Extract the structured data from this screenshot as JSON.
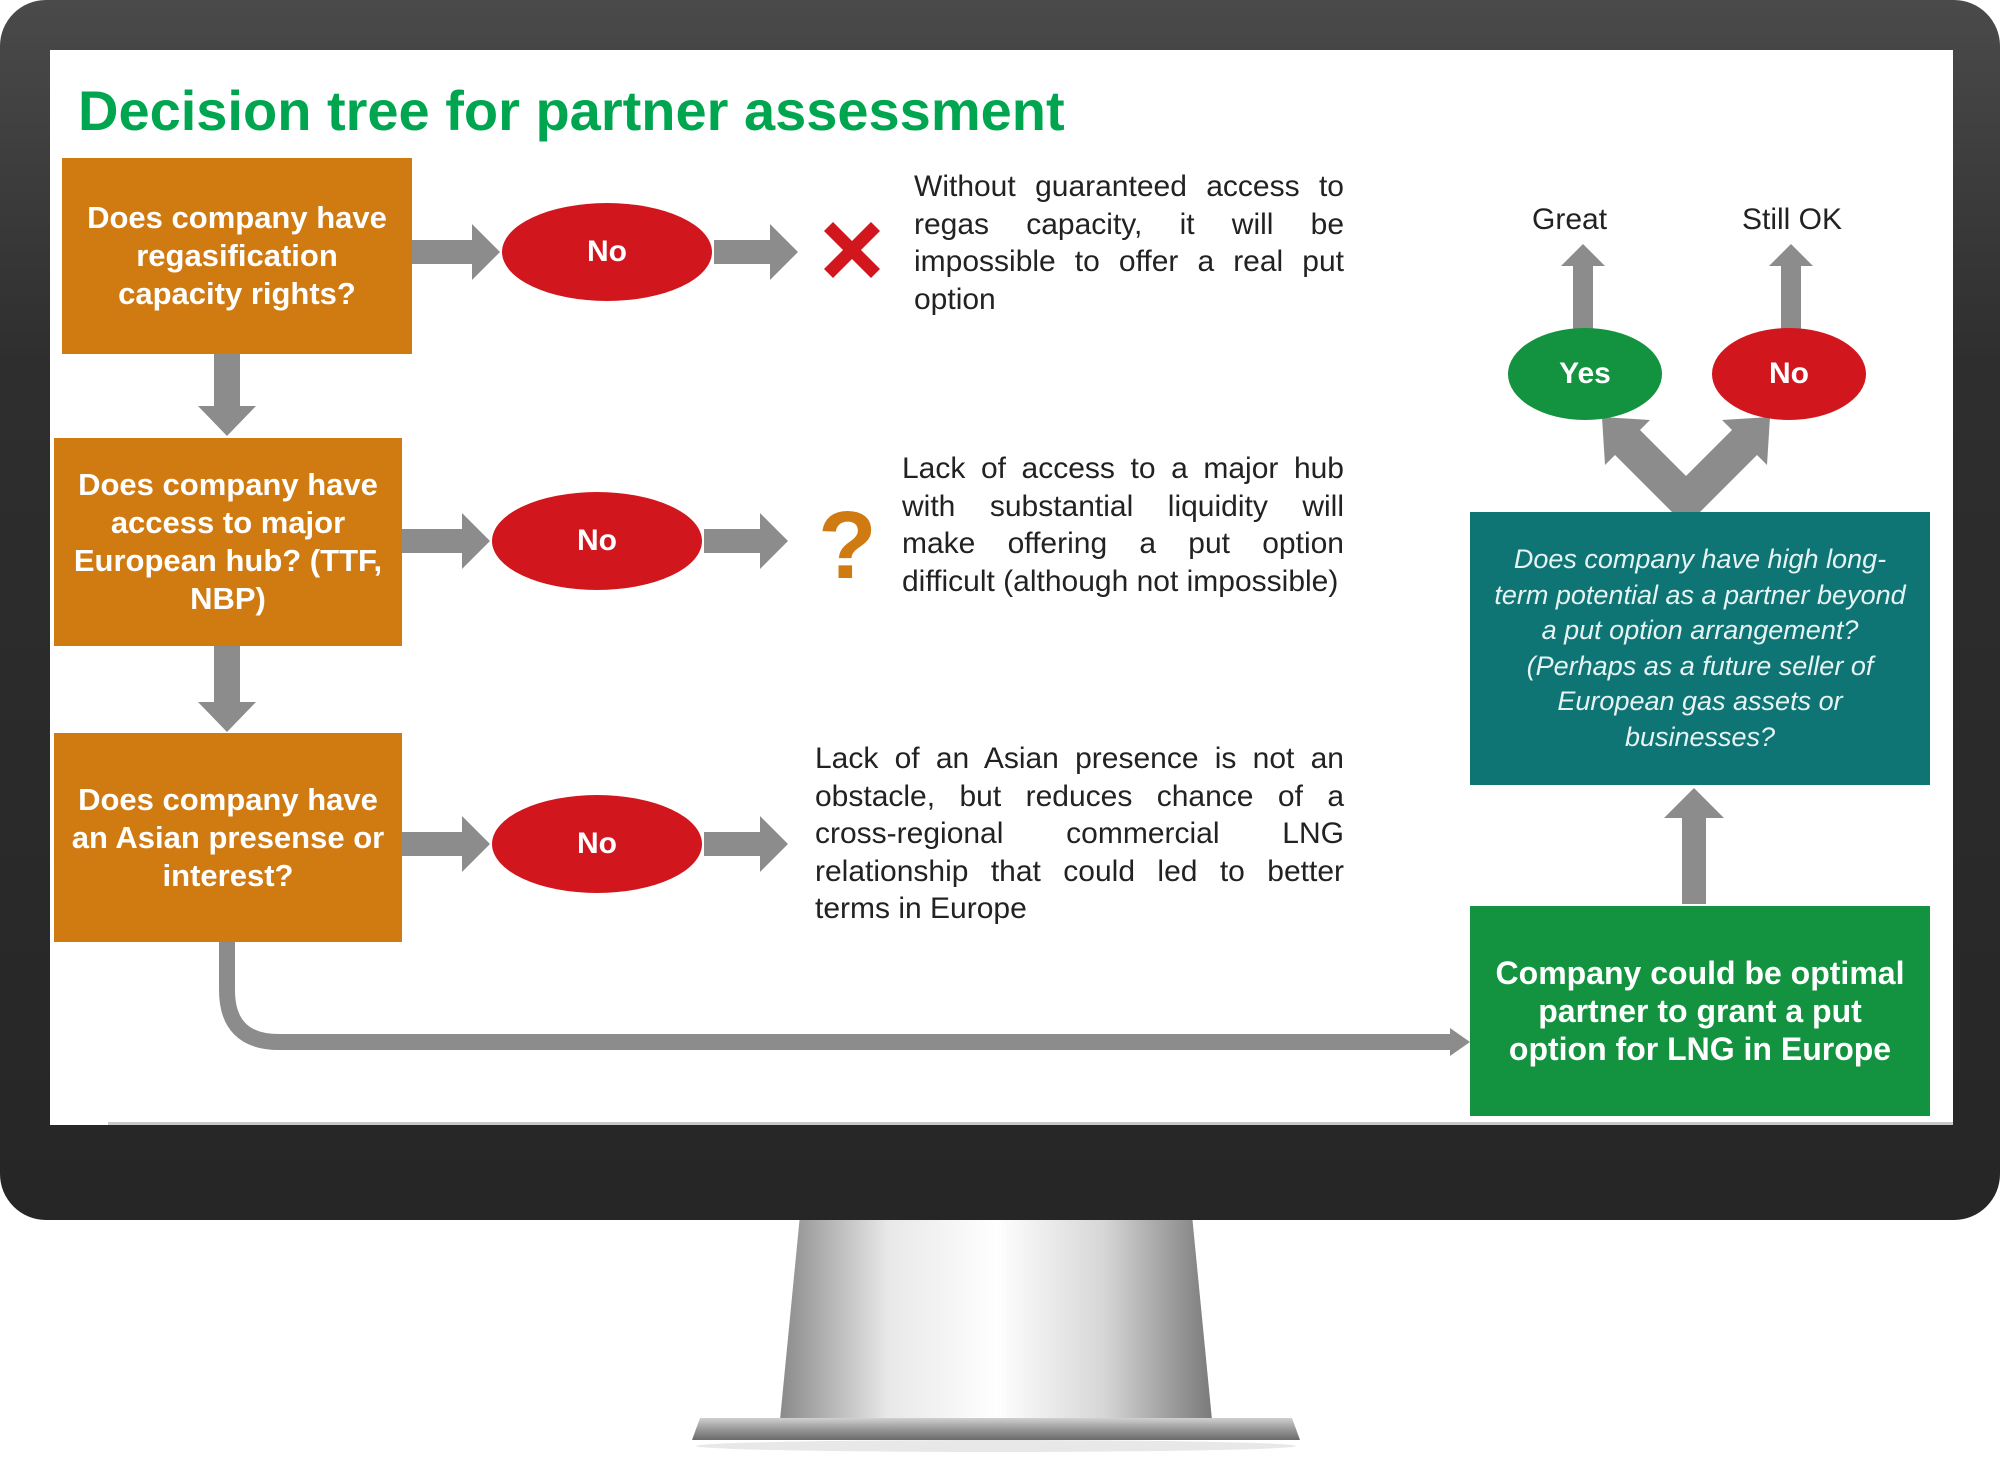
{
  "title": "Decision tree for partner assessment",
  "questions": [
    {
      "text": "Does company have regasification capacity rights?",
      "answer": "No",
      "outcome_icon": "cross",
      "note": "Without guaranteed access to regas capacity, it will be impossible to offer a real put option"
    },
    {
      "text": "Does company have access to major European hub? (TTF, NBP)",
      "answer": "No",
      "outcome_icon": "question",
      "outcome_glyph": "?",
      "note": "Lack of access to a major hub with substantial liquidity will make offering a put option difficult (although not impossible)"
    },
    {
      "text": "Does company have an Asian presense or interest?",
      "answer": "No",
      "outcome_icon": "arrow",
      "note": "Lack of an Asian presence is not an obstacle, but reduces chance of a cross-regional commercial LNG relationship that could led to better terms in Europe"
    }
  ],
  "optimal_box": "Company could be optimal partner to grant a put option for LNG in Europe",
  "long_term_question": "Does company have high long-term potential as a partner beyond a put option arrangement? (Perhaps as a future seller of European  gas assets or businesses?",
  "branches": [
    {
      "answer": "Yes",
      "outcome": "Great"
    },
    {
      "answer": "No",
      "outcome": "Still OK"
    }
  ],
  "colors": {
    "title": "#00a64f",
    "question_box": "#d07a12",
    "no_oval": "#d2161e",
    "yes_oval": "#13923f",
    "long_term_box": "#0f7474",
    "optimal_box": "#13923f",
    "arrow": "#8c8c8c",
    "cross_icon": "#d2161e",
    "question_icon": "#d07a12",
    "bezel": "#2e2e2e"
  }
}
